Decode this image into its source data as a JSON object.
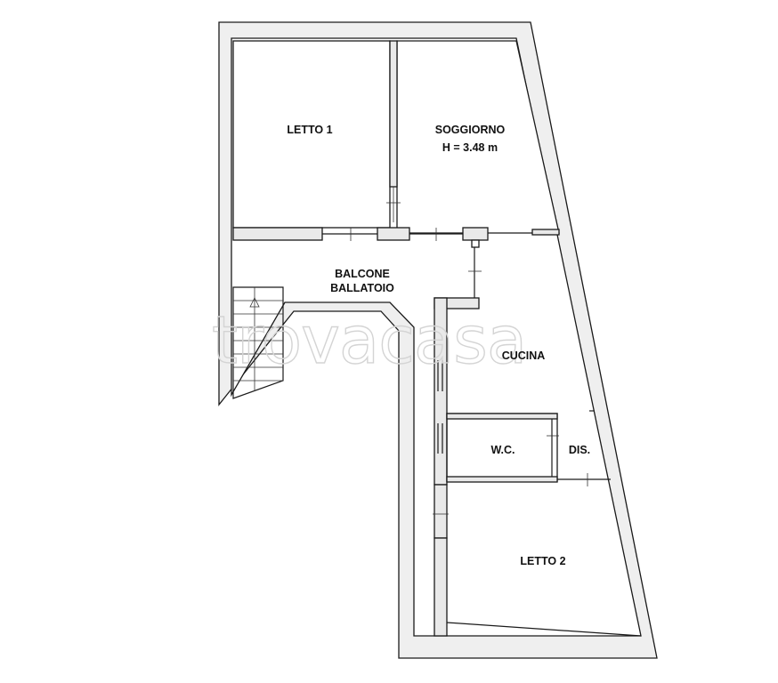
{
  "rooms": {
    "letto1": "LETTO 1",
    "soggiorno": "SOGGIORNO",
    "soggiorno_height": "H = 3.48 m",
    "balcone": "BALCONE",
    "ballatoio": "BALLATOIO",
    "cucina": "CUCINA",
    "wc": "W.C.",
    "dis": "DIS.",
    "letto2": "LETTO 2"
  },
  "watermark": "trovacasa",
  "colors": {
    "walls": "#1a1a1a",
    "wall_fill": "#e9e9e9",
    "background": "#ffffff",
    "watermark": "#d4d4d4"
  }
}
